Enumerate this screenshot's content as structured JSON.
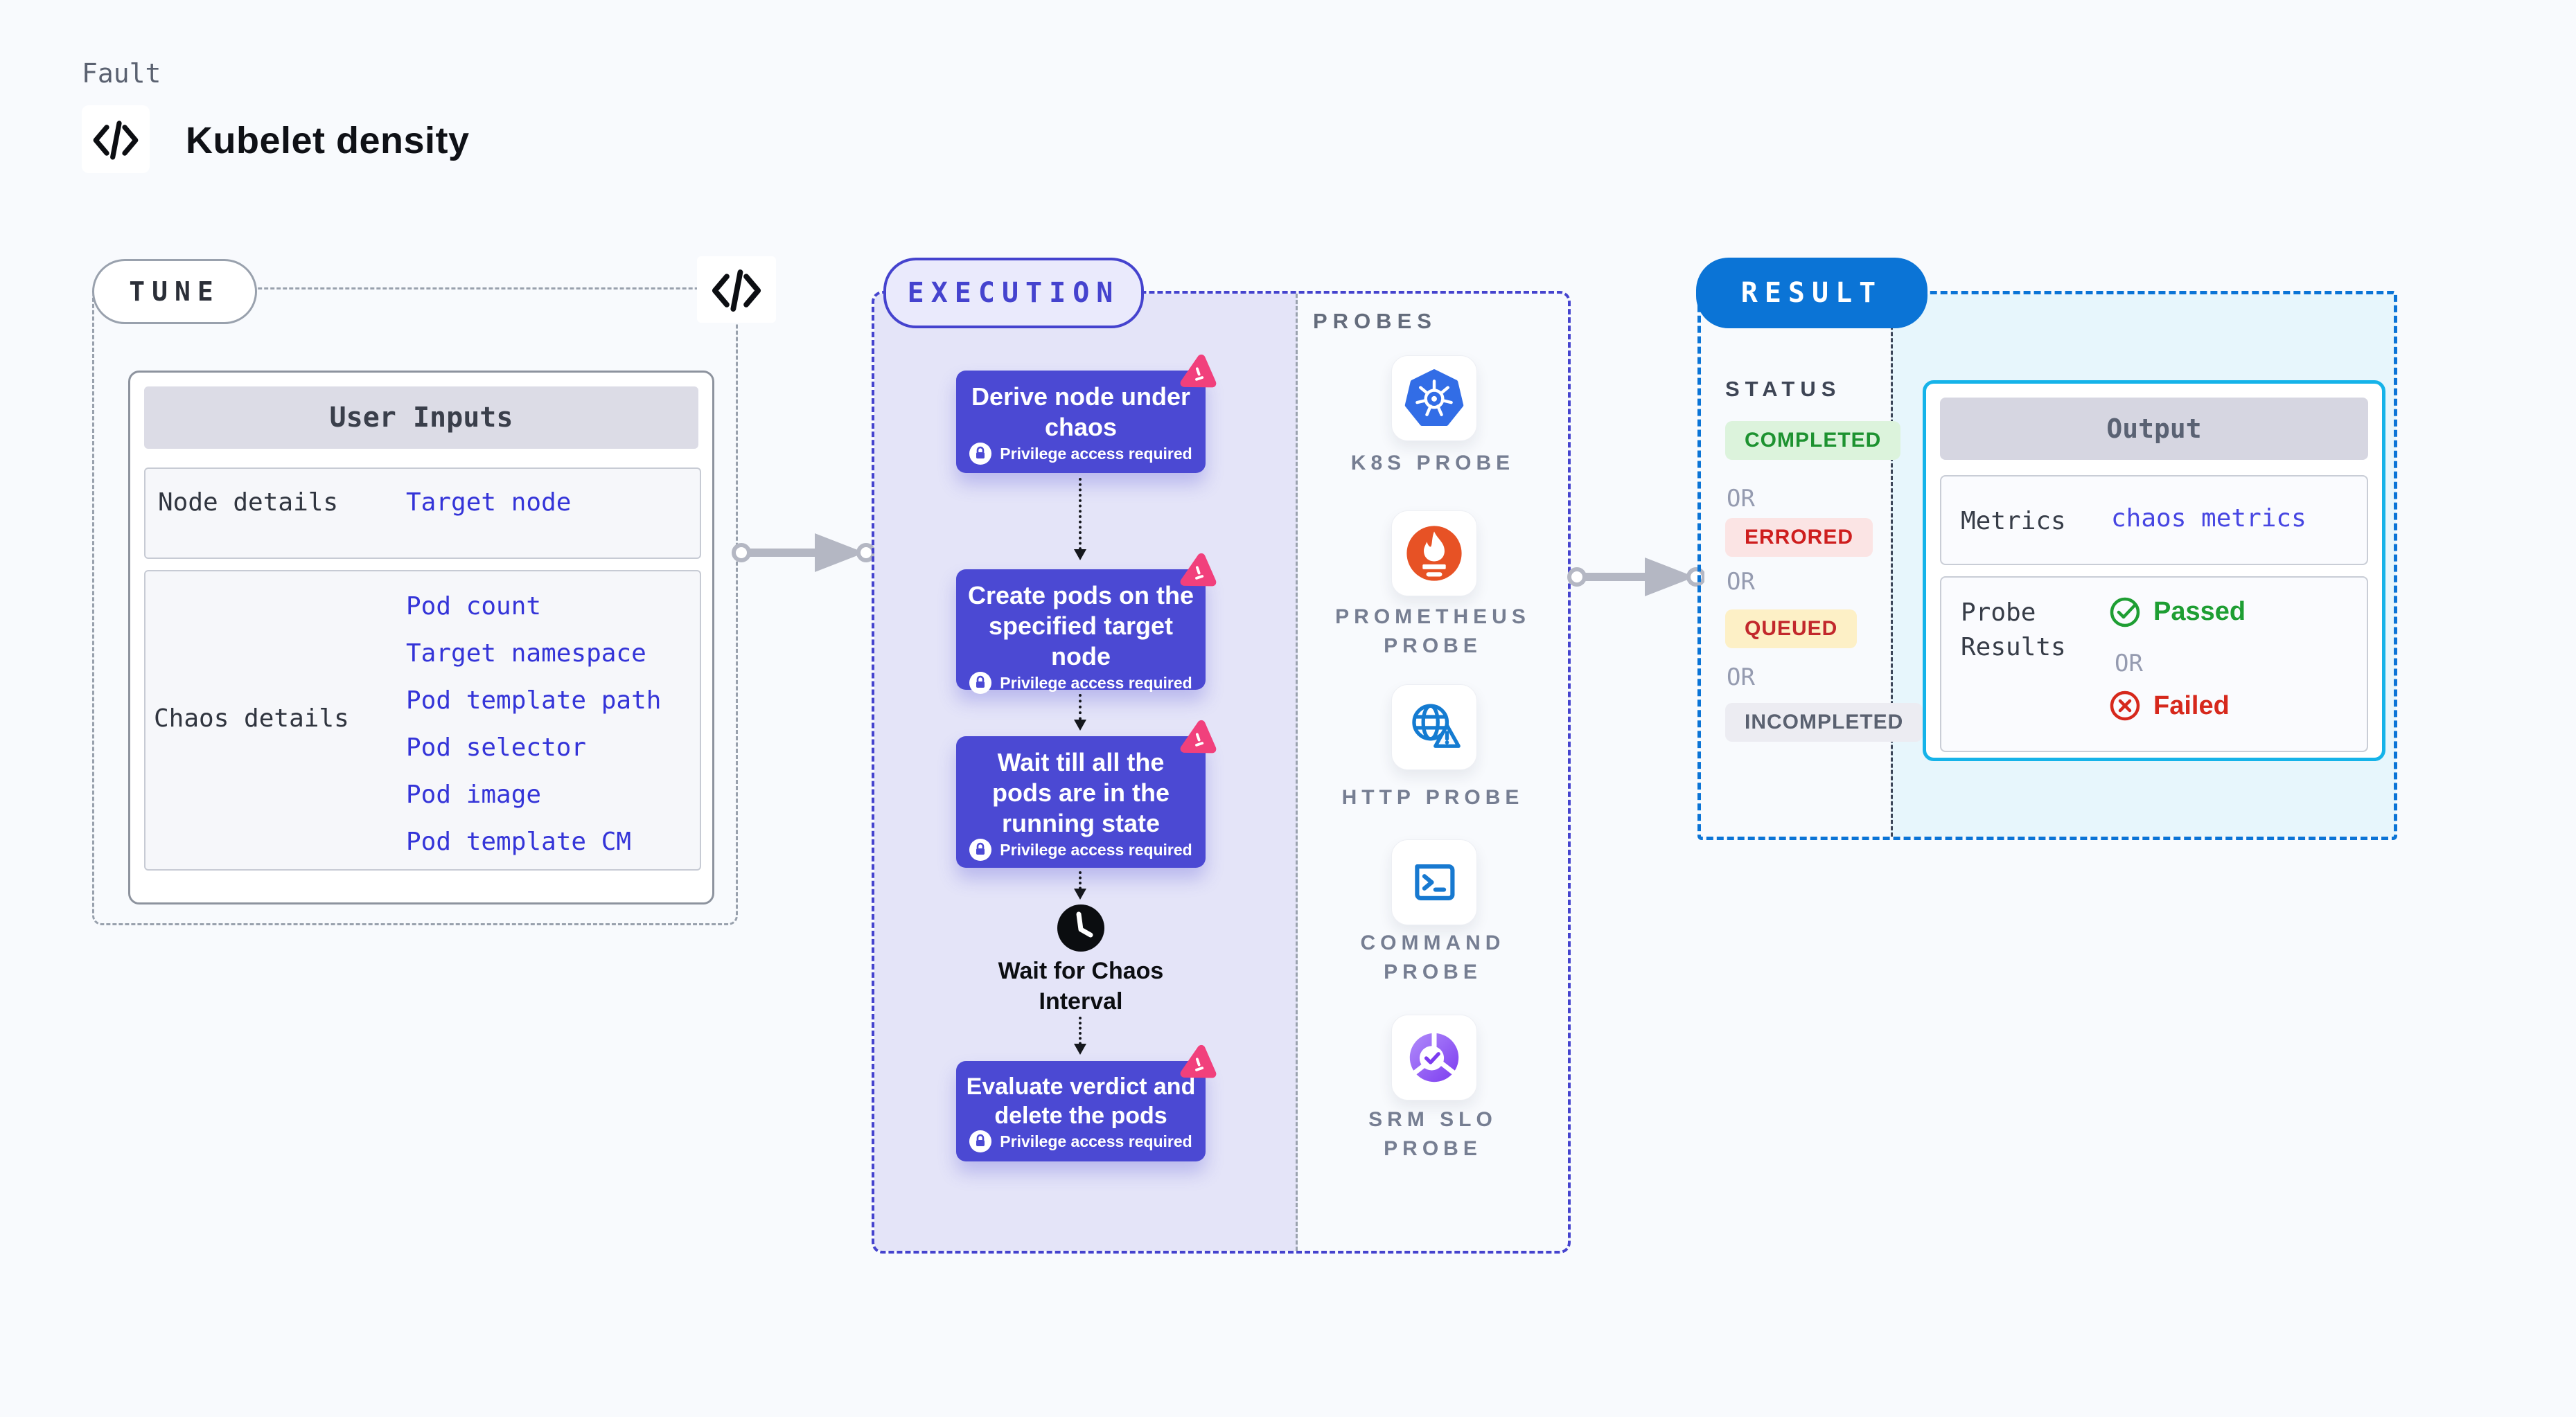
{
  "page": {
    "fault_label": "Fault",
    "title": "Kubelet density"
  },
  "tune": {
    "label": "TUNE",
    "card_title": "User Inputs",
    "rows": [
      {
        "label": "Node details",
        "values": [
          "Target node"
        ]
      },
      {
        "label": "Chaos details",
        "values": [
          "Pod count",
          "Target namespace",
          "Pod template path",
          "Pod selector",
          "Pod image",
          "Pod template CM"
        ]
      }
    ]
  },
  "execution": {
    "label": "EXECUTION",
    "privilege_label": "Privilege access required",
    "steps": [
      {
        "title": "Derive node under chaos"
      },
      {
        "title": "Create pods on the specified target node"
      },
      {
        "title": "Wait till all the pods are in the running state"
      },
      {
        "title": "Evaluate verdict and delete the pods"
      }
    ],
    "wait_step": "Wait for Chaos Interval"
  },
  "probes": {
    "label": "PROBES",
    "items": [
      {
        "name": "K8S PROBE",
        "icon": "kubernetes-icon"
      },
      {
        "name": "PROMETHEUS PROBE",
        "icon": "prometheus-icon"
      },
      {
        "name": "HTTP PROBE",
        "icon": "http-globe-icon"
      },
      {
        "name": "COMMAND PROBE",
        "icon": "terminal-icon"
      },
      {
        "name": "SRM SLO PROBE",
        "icon": "slo-donut-icon"
      }
    ]
  },
  "result": {
    "label": "RESULT",
    "status_label": "STATUS",
    "or_label": "OR",
    "statuses": [
      {
        "label": "COMPLETED",
        "text_color": "#1d9230",
        "bg_color": "#dcf3dc"
      },
      {
        "label": "ERRORED",
        "text_color": "#ce1e1e",
        "bg_color": "#fbe4e4"
      },
      {
        "label": "QUEUED",
        "text_color": "#c2282c",
        "bg_color": "#fdf0c6"
      },
      {
        "label": "INCOMPLETED",
        "text_color": "#5a6170",
        "bg_color": "#ececf2"
      }
    ],
    "output": {
      "title": "Output",
      "metrics_label": "Metrics",
      "metrics_value": "chaos metrics",
      "probe_results_label": "Probe Results",
      "passed": "Passed",
      "failed": "Failed"
    }
  },
  "colors": {
    "page_bg": "#f8fafd",
    "tune_border": "#99a1ad",
    "execution_accent": "#4543ce",
    "step_card": "#4b49d3",
    "lavender_fill": "#e4e4f8",
    "litmus_pink": "#f1407c",
    "result_accent": "#0b74d6",
    "output_border": "#15b3e9",
    "cyan_fill": "#e7f6fc",
    "link_blue": "#3434d8",
    "passed_green": "#1e9e33",
    "failed_red": "#d6281c",
    "kubernetes_blue": "#326de6",
    "prometheus_orange": "#e75225",
    "http_blue": "#147bd1",
    "srm_purple": "#7c3bf0"
  }
}
